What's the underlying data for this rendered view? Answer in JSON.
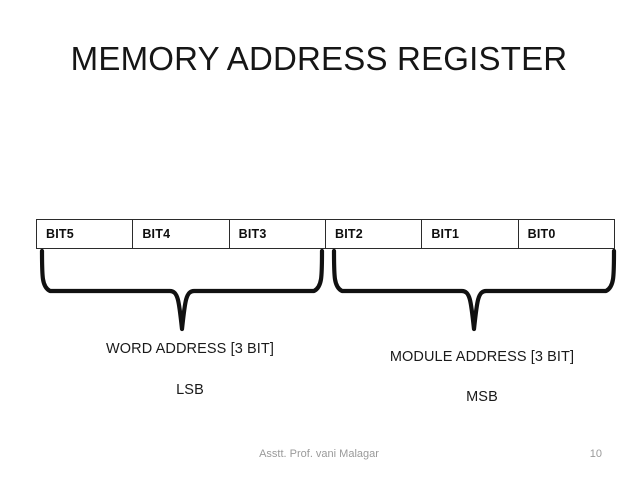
{
  "slide": {
    "title": "MEMORY ADDRESS REGISTER",
    "background_color": "#ffffff",
    "text_color": "#161616"
  },
  "bit_table": {
    "border_color": "#2b2b2b",
    "cells": [
      {
        "label": "BIT5"
      },
      {
        "label": "BIT4"
      },
      {
        "label": "BIT3"
      },
      {
        "label": "BIT2"
      },
      {
        "label": "BIT1"
      },
      {
        "label": "BIT0"
      }
    ]
  },
  "groups": [
    {
      "name": "word-address",
      "title": "WORD ADDRESS [3 BIT]",
      "significance": "LSB",
      "covers": [
        "BIT5",
        "BIT4",
        "BIT3"
      ]
    },
    {
      "name": "module-address",
      "title": "MODULE ADDRESS [3 BIT]",
      "significance": "MSB",
      "covers": [
        "BIT2",
        "BIT1",
        "BIT0"
      ]
    }
  ],
  "footer": {
    "author": "Asstt. Prof. vani Malagar",
    "page_number": "10",
    "color": "#9a9a9a"
  }
}
